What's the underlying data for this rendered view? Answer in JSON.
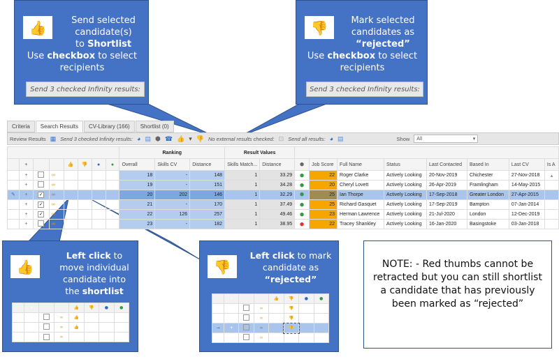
{
  "callouts": {
    "shortlist": {
      "line1": "Send selected",
      "line2": "candidate(s)",
      "line3_pre": "to ",
      "line3_bold": "Shortlist",
      "line4_pre": "Use ",
      "line4_bold": "checkbox",
      "line4_post": " to select",
      "line5": "recipients",
      "bar": "Send 3 checked Infinity results:"
    },
    "reject": {
      "line1": "Mark selected",
      "line2": "candidates as",
      "line3_bold": "“rejected”",
      "line4_pre": "Use ",
      "line4_bold": "checkbox",
      "line4_post": " to select",
      "line5": "recipients",
      "bar": "Send 3 checked Infinity results:"
    },
    "left_click_shortlist": {
      "bold": "Left click",
      "t1": " to",
      "t2": "move individual",
      "t3": "candidate into",
      "t4_pre": "the ",
      "t4_bold": "shortlist"
    },
    "left_click_reject": {
      "bold": "Left click",
      "t1": " to mark",
      "t2": "candidate as",
      "t3_bold": "“rejected”"
    },
    "note": "NOTE:  - Red thumbs cannot be retracted but you can still shortlist a candidate that has previously been marked as “rejected”"
  },
  "tabs": [
    "Criteria",
    "Search Results",
    "CV-Library (166)",
    "Shortlist (0)"
  ],
  "toolbar": {
    "review": "Review Results",
    "send_checked": "Send 3 checked Infinity results:",
    "no_external": "No external results checked:",
    "send_all": "Send all results:",
    "show_label": "Show",
    "show_value": "All"
  },
  "grid": {
    "groups": {
      "ranking": "Ranking",
      "result_values": "Result Values"
    },
    "columns": [
      "Overall",
      "Skills CV",
      "Distance",
      "Skills Match...",
      "Distance",
      "Job Score",
      "Full Name",
      "Status",
      "Last Contacted",
      "Based In",
      "Last CV",
      "Is A"
    ],
    "rows": [
      {
        "checked": false,
        "overall": "18",
        "skills_cv": "-",
        "distance": "148",
        "skills_match": "1",
        "dist2": "33.29",
        "shield": "green",
        "score": "22",
        "name": "Roger Clarke",
        "status": "Actively Looking",
        "last_contacted": "20-Nov-2019",
        "based_in": "Chichester",
        "last_cv": "27-Nov-2018"
      },
      {
        "checked": false,
        "overall": "19",
        "skills_cv": "-",
        "distance": "151",
        "skills_match": "1",
        "dist2": "34.28",
        "shield": "green",
        "score": "20",
        "name": "Cheryl Lovett",
        "status": "Actively Looking",
        "last_contacted": "26-Apr-2019",
        "based_in": "Framlingham",
        "last_cv": "14-May-2015"
      },
      {
        "checked": true,
        "selected": true,
        "overall": "20",
        "skills_cv": "202",
        "distance": "146",
        "skills_match": "1",
        "dist2": "32.29",
        "shield": "green",
        "score": "25",
        "name": "Ian Thorpe",
        "status": "Actively Looking",
        "last_contacted": "17-Sep-2018",
        "based_in": "Greater London",
        "last_cv": "27-Apr-2015"
      },
      {
        "checked": true,
        "overall": "21",
        "skills_cv": "-",
        "distance": "170",
        "skills_match": "1",
        "dist2": "37.49",
        "shield": "green",
        "score": "25",
        "name": "Richard Gasquet",
        "status": "Actively Looking",
        "last_contacted": "17-Sep-2019",
        "based_in": "Bampton",
        "last_cv": "07-Jan-2014"
      },
      {
        "checked": true,
        "overall": "22",
        "skills_cv": "126",
        "distance": "257",
        "skills_match": "1",
        "dist2": "49.46",
        "shield": "green",
        "score": "23",
        "name": "Herman Lawrence",
        "status": "Actively Looking",
        "last_contacted": "21-Jul-2020",
        "based_in": "London",
        "last_cv": "12-Dec-2019"
      },
      {
        "checked": false,
        "overall": "23",
        "skills_cv": "-",
        "distance": "182",
        "skills_match": "1",
        "dist2": "38.95",
        "shield": "red",
        "score": "22",
        "name": "Tracey Shankley",
        "status": "Actively Looking",
        "last_contacted": "16-Jan-2020",
        "based_in": "Basingstoke",
        "last_cv": "03-Jan-2018"
      }
    ]
  },
  "colors": {
    "callout": "#4472c4",
    "thumb_up": "#2e9a44",
    "thumb_down": "#e0302f",
    "score": "#f7a600"
  }
}
